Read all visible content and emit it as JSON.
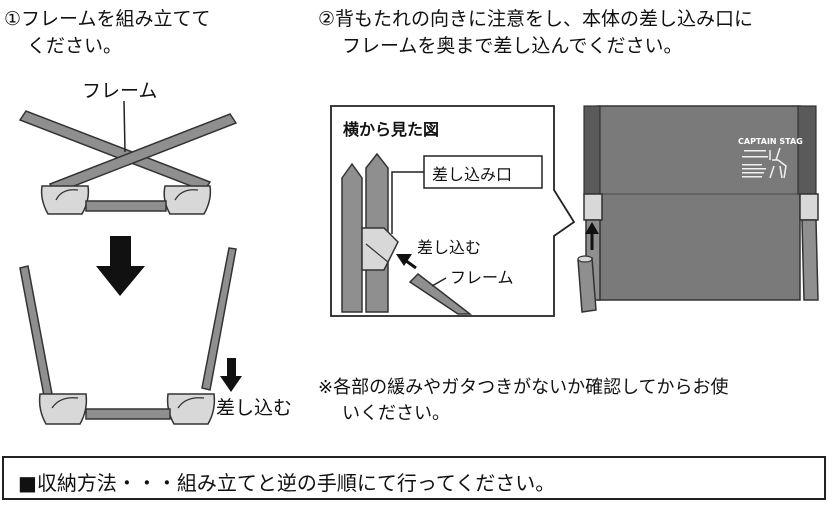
{
  "step1": {
    "number": "①",
    "line1": "フレームを組み立てて",
    "line2": "ください。",
    "frame_label": "フレーム",
    "insert_label": "差し込む"
  },
  "step2": {
    "number": "②",
    "line1": "背もたれの向きに注意をし、本体の差し込み口に",
    "line2": "フレームを奥まで差し込んでください。",
    "inset_title": "横から見た図",
    "socket_label": "差し込み口",
    "insert_label": "差し込む",
    "frame_label": "フレーム",
    "brand": "CAPTAIN STAG"
  },
  "note": {
    "line1": "※各部の緩みやガタつきがないか確認してからお使",
    "line2": "いください。"
  },
  "footer": {
    "text": "■収納方法・・・組み立てと逆の手順にて行ってください。"
  },
  "colors": {
    "bar_fill": "#8f8f8f",
    "bar_stroke": "#333333",
    "plastic": "#d8d8d8",
    "seat_fabric": "#7a7a7a",
    "seat_dark": "#5a5a5a"
  }
}
